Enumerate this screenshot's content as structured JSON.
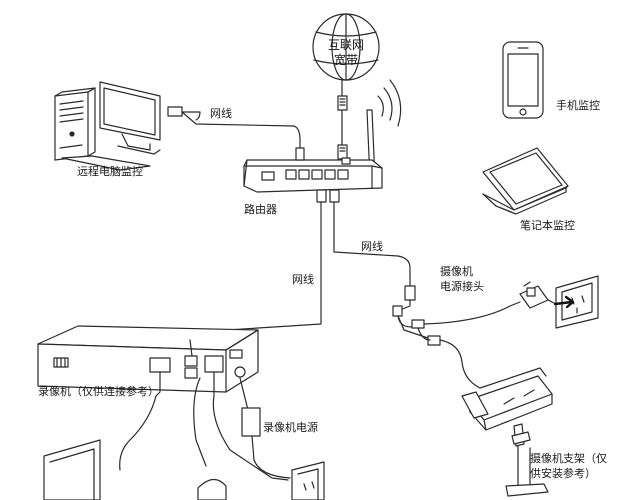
{
  "labels": {
    "internet_line1": "互联网",
    "internet_line2": "宽带",
    "phone": "手机监控",
    "remote_pc": "远程电脑监控",
    "cable_top": "网线",
    "router": "路由器",
    "laptop": "笔记本监控",
    "cable_right": "网线",
    "cable_mid": "网线",
    "camera_power_line1": "摄像机",
    "camera_power_line2": "电源接头",
    "dvr": "录像机（仅供连接参考）",
    "dvr_power": "录像机电源",
    "bracket_line1": "摄像机支架（仅",
    "bracket_line2": "供安装参考）"
  },
  "icons": {
    "globe": "globe-icon",
    "pc": "desktop-computer-icon",
    "phone": "smartphone-icon",
    "laptop": "laptop-icon",
    "router": "router-icon",
    "dvr": "dvr-icon",
    "camera": "bullet-camera-icon",
    "adapter": "power-adapter-icon",
    "outlet": "wall-outlet-icon",
    "monitor": "monitor-icon",
    "mouse": "mouse-icon"
  },
  "colors": {
    "line": "#2b2b2b",
    "fill": "#ffffff",
    "shade": "#d9d9d9"
  }
}
